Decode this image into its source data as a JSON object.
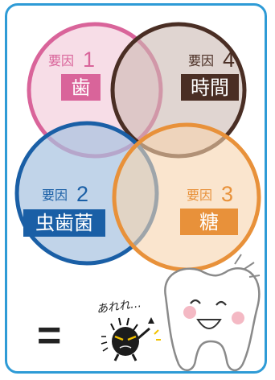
{
  "colors": {
    "frame": "#2e9bd6",
    "factor1": "#d9649a",
    "factor2": "#1a5fa6",
    "factor3": "#e8913a",
    "factor4": "#4a2e24",
    "equals": "#222222"
  },
  "factors": [
    {
      "prefix": "要因",
      "number": "1",
      "label": "歯"
    },
    {
      "prefix": "要因",
      "number": "2",
      "label": "虫歯菌"
    },
    {
      "prefix": "要因",
      "number": "3",
      "label": "糖"
    },
    {
      "prefix": "要因",
      "number": "4",
      "label": "時間"
    }
  ],
  "result": {
    "equals_sign": "=",
    "bacteria_speech": "あれれ…",
    "bacteria_icon": "cavity-germ-icon",
    "tooth_icon": "smiling-tooth-icon"
  }
}
